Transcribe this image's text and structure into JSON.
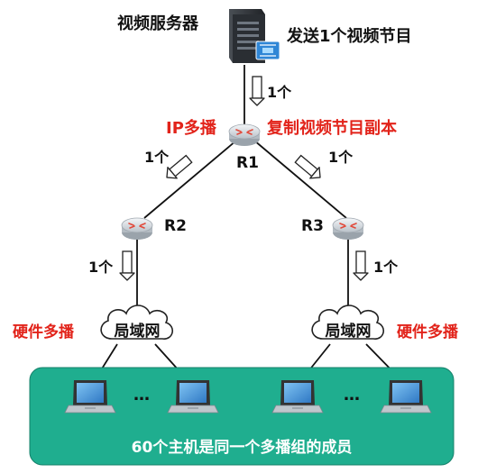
{
  "labels": {
    "video_server": "视频服务器",
    "send_one": "发送1个视频节目",
    "ip_multicast": "IP多播",
    "copy_program": "复制视频节目副本",
    "r1": "R1",
    "r2": "R2",
    "r3": "R3",
    "one": "1个",
    "lan": "局域网",
    "hw_multicast": "硬件多播",
    "ellipsis": "…",
    "group_members": "60个主机是同一个多播组的成员"
  },
  "colors": {
    "red_text": "#e2231a",
    "group_fill": "#1fae8f",
    "group_text": "#ffffff",
    "router": "#d7dde2",
    "server": "#2f3338"
  }
}
